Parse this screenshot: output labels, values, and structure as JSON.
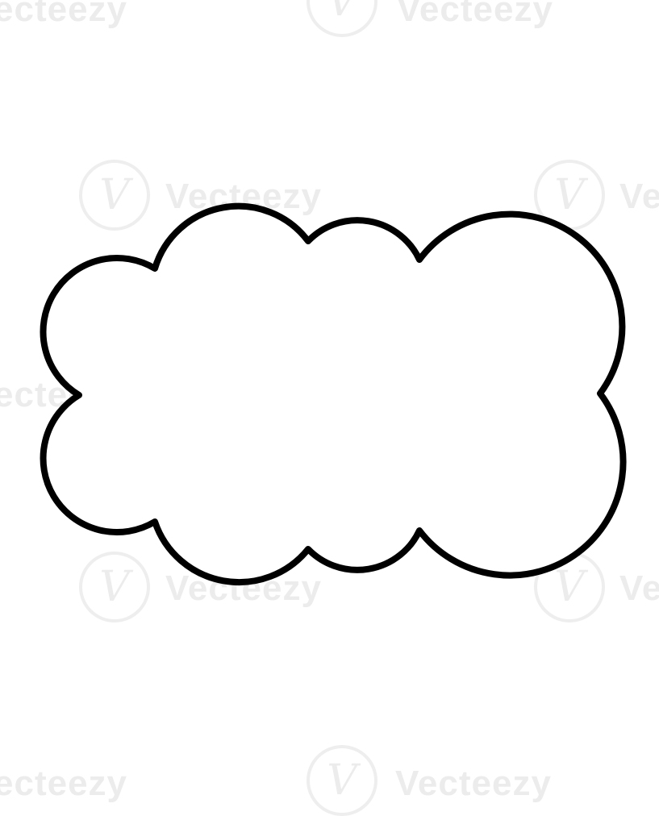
{
  "watermark": {
    "text": "Vecteezy",
    "text_partial_left": "ecteezy",
    "text_partial_right": "Ve",
    "logo_glyph": "V"
  },
  "shape": {
    "name": "cloud-outline",
    "stroke_color": "#000000",
    "fill_color": "#ffffff"
  },
  "colors": {
    "background": "#ffffff",
    "watermark": "#ececec"
  }
}
